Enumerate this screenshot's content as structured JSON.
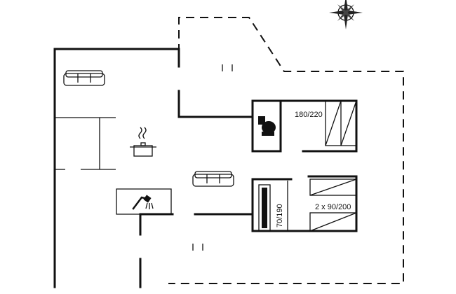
{
  "rooms": {
    "bedroom_top_bed_label": "180/220",
    "bedroom_bottom_bed_label": "2 x 90/200",
    "bedroom_bottom_extra_bed_label": "70/190"
  },
  "icons": [
    "compass-rose",
    "sofa",
    "sofa",
    "cooking-pot",
    "toilet",
    "shower"
  ]
}
